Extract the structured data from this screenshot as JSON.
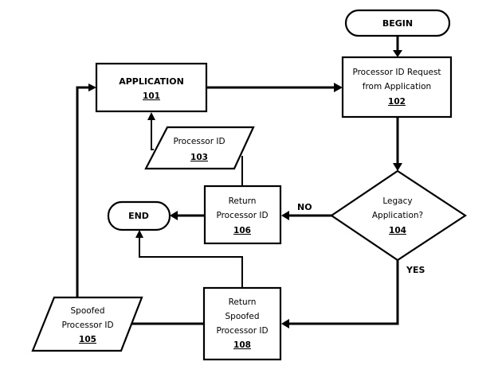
{
  "diagram": {
    "type": "flowchart",
    "nodes": {
      "begin": {
        "label": "BEGIN"
      },
      "application": {
        "label": "APPLICATION",
        "ref": "101"
      },
      "request": {
        "line1": "Processor ID Request",
        "line2": "from Application",
        "ref": "102"
      },
      "processor_id": {
        "label": "Processor ID",
        "ref": "103"
      },
      "decision": {
        "line1": "Legacy",
        "line2": "Application?",
        "ref": "104"
      },
      "return_id": {
        "line1": "Return",
        "line2": "Processor ID",
        "ref": "106"
      },
      "end": {
        "label": "END"
      },
      "return_spoofed": {
        "line1": "Return",
        "line2": "Spoofed",
        "line3": "Processor ID",
        "ref": "108"
      },
      "spoofed_id": {
        "line1": "Spoofed",
        "line2": "Processor ID",
        "ref": "105"
      }
    },
    "edge_labels": {
      "no": "NO",
      "yes": "YES"
    }
  }
}
